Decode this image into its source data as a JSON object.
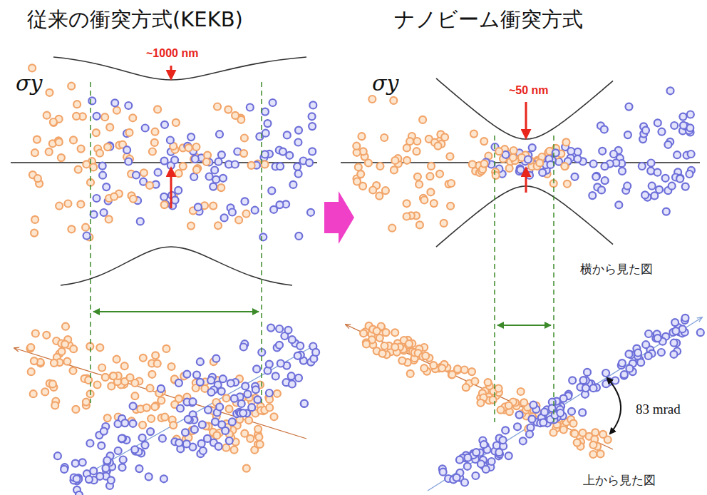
{
  "diagram": {
    "labels": [
      "従来の衝突方式(KEKB)",
      "ナノビーム衝突方式",
      "σy",
      "~1000 nm",
      "σy",
      "~50 nm",
      "横から見た図",
      "83 mrad",
      "上から見た図"
    ]
  }
}
